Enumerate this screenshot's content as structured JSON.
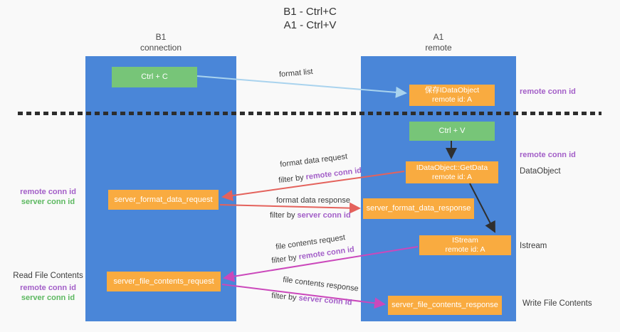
{
  "title": {
    "line1": "B1 - Ctrl+C",
    "line2": "A1 - Ctrl+V"
  },
  "columns": {
    "left": {
      "name": "B1",
      "subtitle": "connection"
    },
    "right": {
      "name": "A1",
      "subtitle": "remote"
    }
  },
  "boxes": {
    "ctrl_c": "Ctrl + C",
    "ctrl_v": "Ctrl + V",
    "save_idataobject": {
      "line1": "保存IDataObject",
      "line2": "remote id: A"
    },
    "getdata": {
      "line1": "IDataObject::GetData",
      "line2": "remote id: A"
    },
    "istream": {
      "line1": "IStream",
      "line2": "remote id: A"
    },
    "format_request": "server_format_data_request",
    "format_response": "server_format_data_response",
    "file_request": "server_file_contents_request",
    "file_response": "server_file_contents_response"
  },
  "flow_labels": {
    "format_list": "format list",
    "format_data_request": "format data request",
    "format_data_response": "format data response",
    "file_contents_request": "file contents request",
    "file_contents_response": "file contents response",
    "filter_by": "filter by ",
    "remote_conn_id": "remote conn id",
    "server_conn_id": "server conn id"
  },
  "side_labels": {
    "remote_conn_id": "remote conn id",
    "server_conn_id": "server conn id",
    "dataobject": "DataObject",
    "istream": "Istream",
    "read_file_contents": "Read File Contents",
    "write_file_contents": "Write File Contents"
  },
  "colors": {
    "column_blue": "#4a86d8",
    "box_orange": "#f9ab40",
    "box_green": "#77c578",
    "arrow_red": "#e4625c",
    "arrow_magenta": "#cb48bb",
    "arrow_lightblue": "#a9d3ee",
    "arrow_black": "#2f2f2f",
    "label_purple": "#a35fc8",
    "label_green": "#5cb860"
  }
}
